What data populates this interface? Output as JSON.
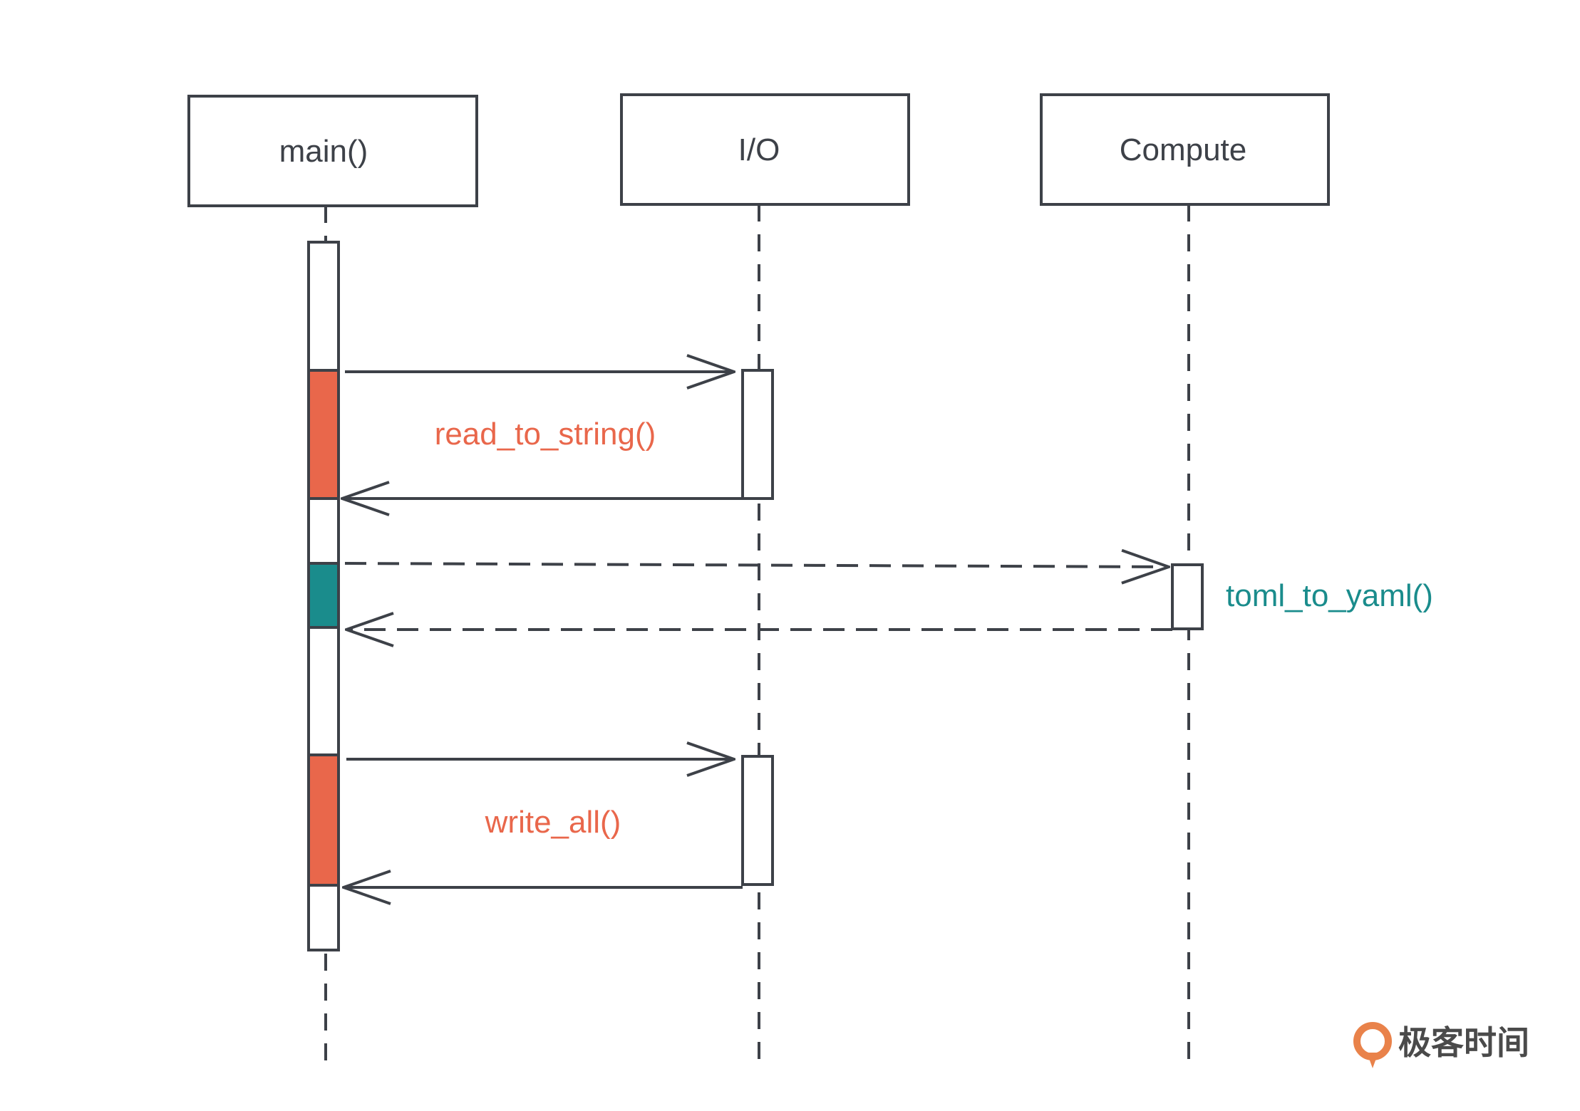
{
  "participants": [
    {
      "id": "main",
      "label": "main()"
    },
    {
      "id": "io",
      "label": "I/O"
    },
    {
      "id": "compute",
      "label": "Compute"
    }
  ],
  "messages": {
    "read": {
      "label": "read_to_string()",
      "color": "#e9674b"
    },
    "compute": {
      "label": "toml_to_yaml()",
      "color": "#1a8c8c"
    },
    "write": {
      "label": "write_all()",
      "color": "#e9674b"
    }
  },
  "colors": {
    "line": "#3d4148",
    "io_activation": "#e9674b",
    "compute_activation": "#1a8c8c"
  },
  "logo": {
    "text": "极客时间",
    "icon": "geektime-logo-icon",
    "color": "#e9824a"
  }
}
